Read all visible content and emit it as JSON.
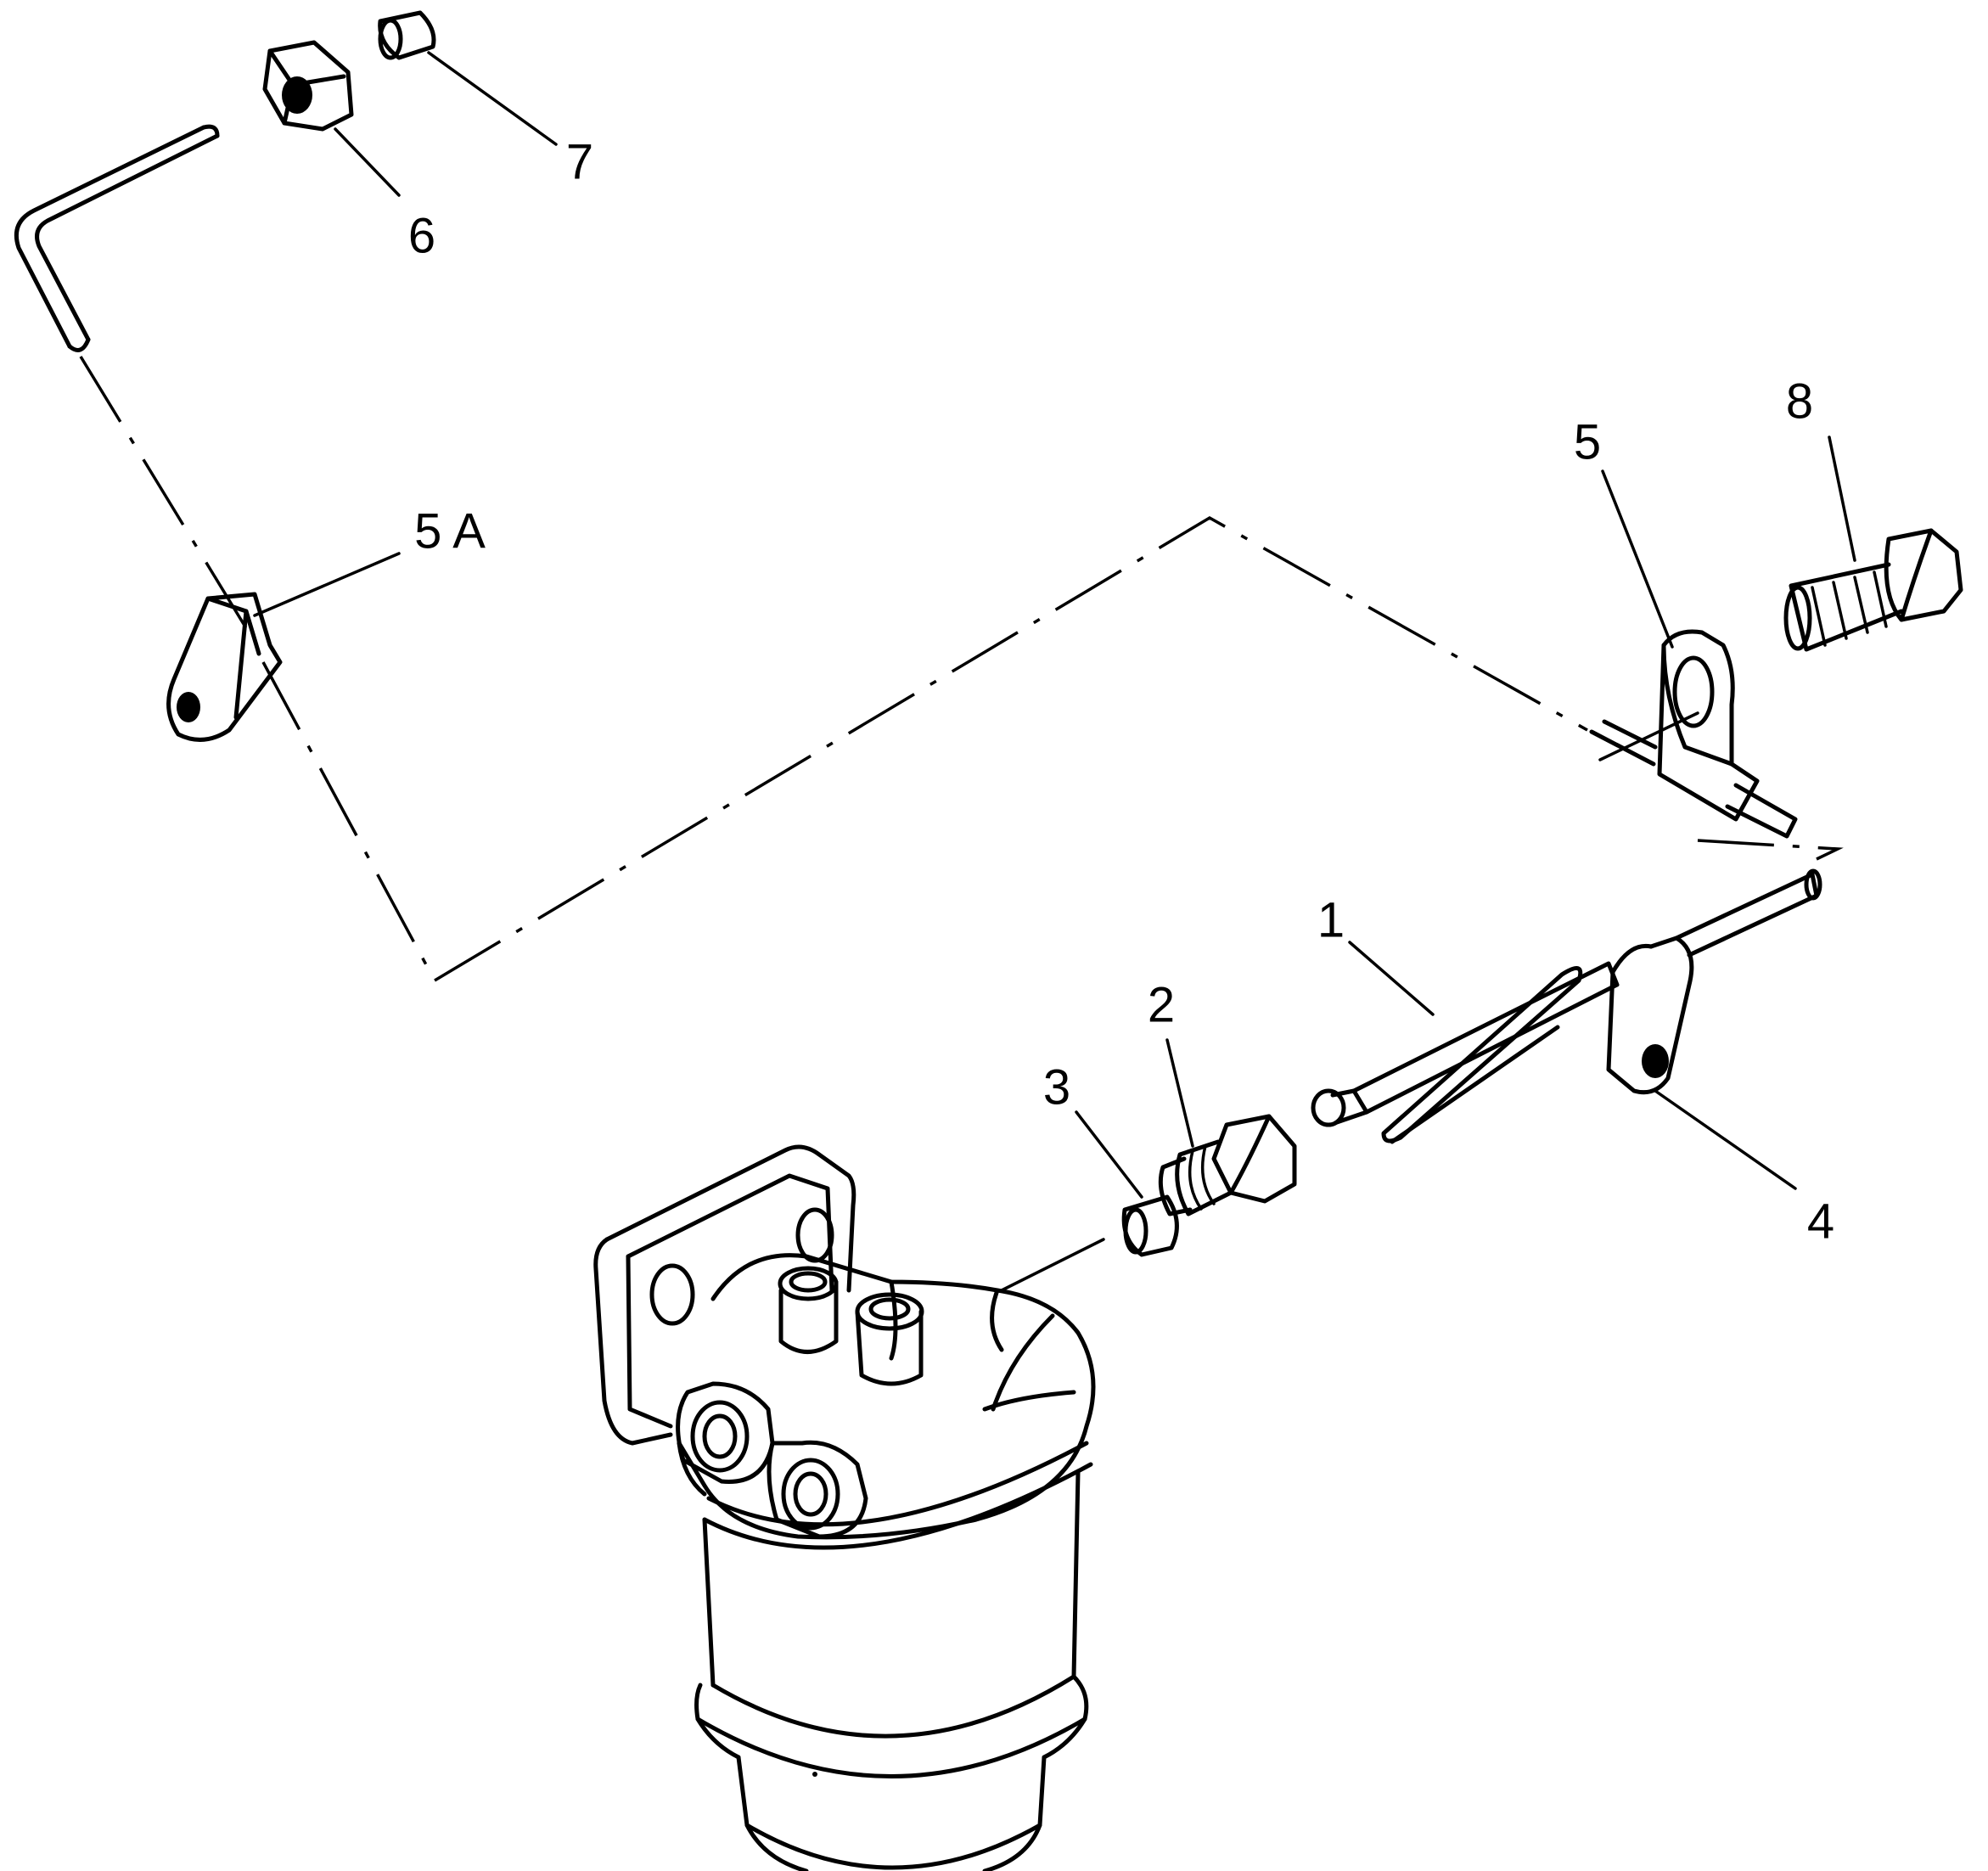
{
  "callouts": {
    "c1": "1",
    "c2": "2",
    "c3": "3",
    "c4": "4",
    "c5": "5",
    "c5a": "5 A",
    "c6": "6",
    "c7": "7",
    "c8": "8"
  }
}
